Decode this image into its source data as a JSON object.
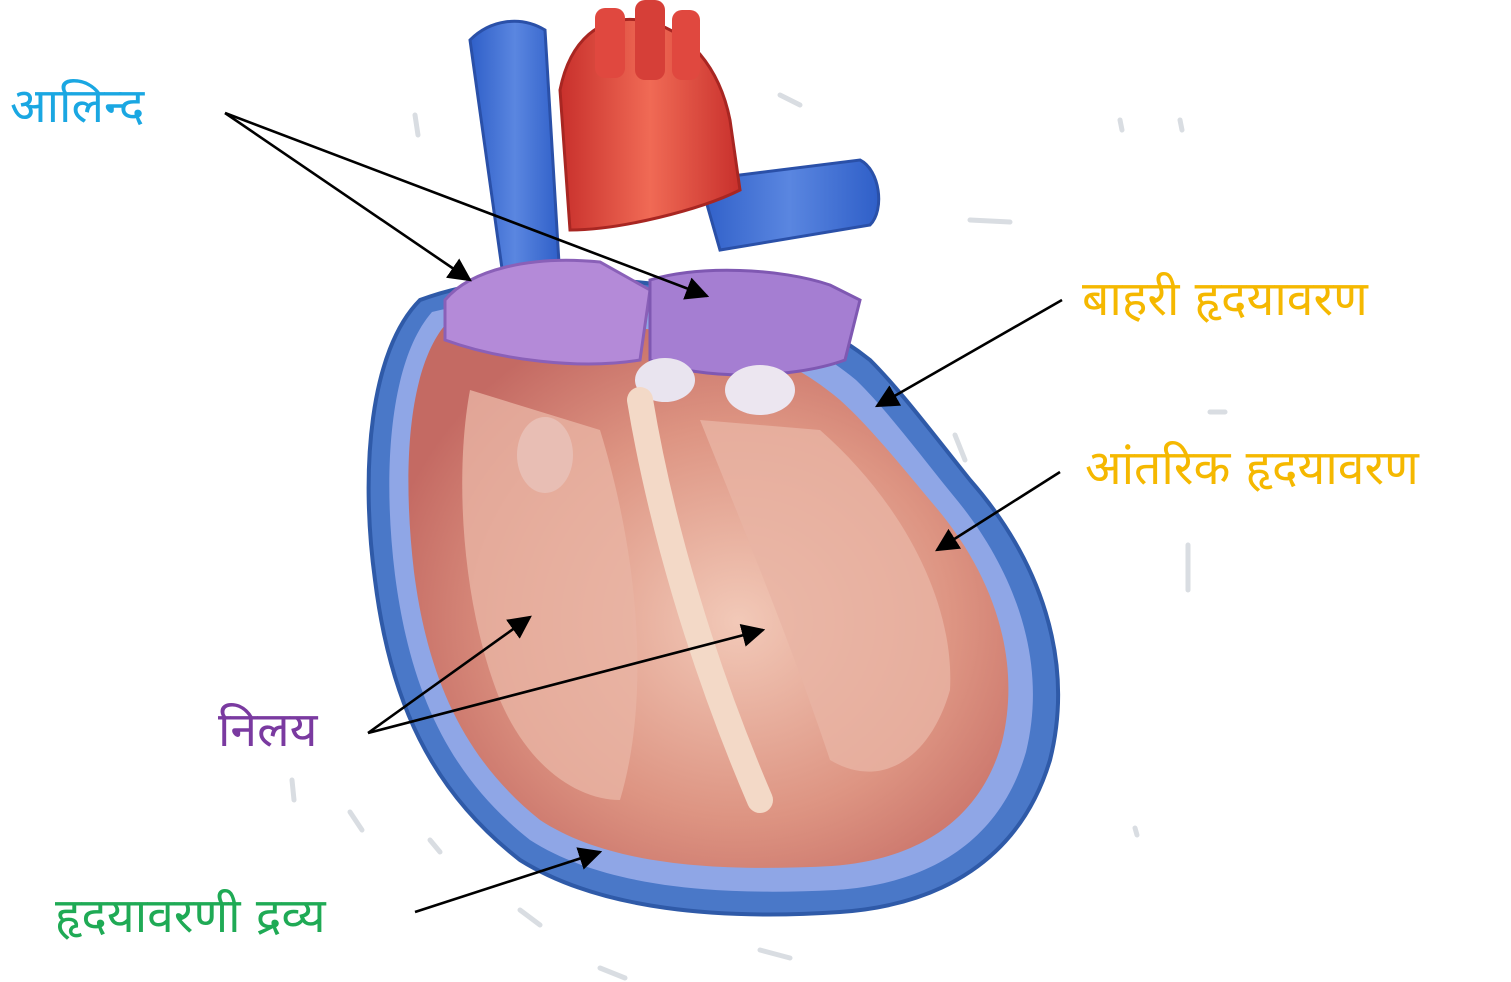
{
  "diagram": {
    "labels": {
      "atria": {
        "text": "आलिन्द",
        "color": "#1aa7e2"
      },
      "epicardium": {
        "text": "बाहरी हृदयावरण",
        "color": "#f5b800"
      },
      "endocardium": {
        "text": "आंतरिक  हृदयावरण",
        "color": "#f5b800"
      },
      "ventricle": {
        "text": "निलय",
        "color": "#7a3aa0"
      },
      "pericardial_fluid": {
        "text": "हृदयावरणी द्रव्य",
        "color": "#1faa55"
      }
    },
    "illustration": {
      "subject": "heart-cross-section",
      "colors": {
        "vein": "#3f6fd1",
        "artery": "#e0483f",
        "muscle": "#d98a7c",
        "lining": "#9a7ad0",
        "pericardium": "#4a78c8"
      }
    }
  }
}
